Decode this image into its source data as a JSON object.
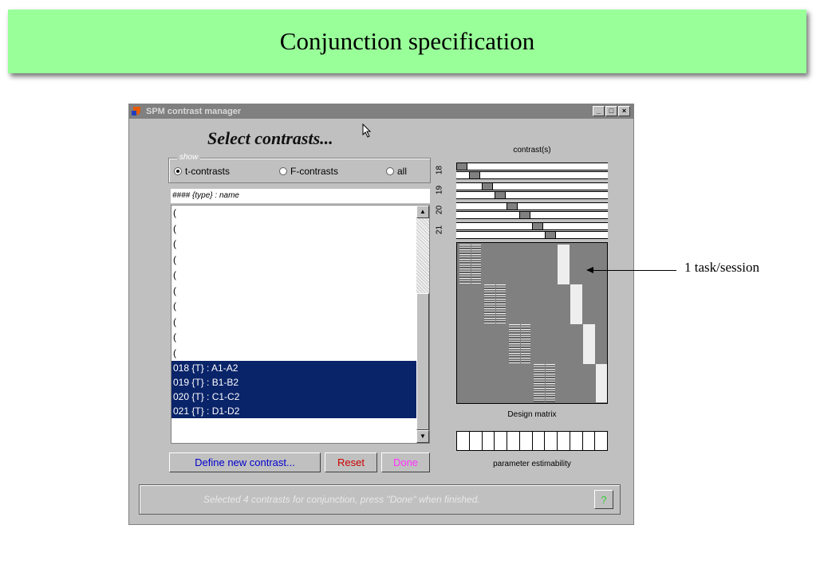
{
  "banner": {
    "title": "Conjunction specification"
  },
  "window": {
    "title": "SPM contrast manager",
    "controls": [
      "_",
      "□",
      "×"
    ],
    "heading": "Select contrasts...",
    "show_group": {
      "legend": "show",
      "options": [
        {
          "label": "t-contrasts",
          "selected": true
        },
        {
          "label": "F-contrasts",
          "selected": false
        },
        {
          "label": "all",
          "selected": false
        }
      ]
    },
    "list": {
      "header": "#### {type} : name",
      "placeholder_rows": [
        "(",
        "(",
        "(",
        "(",
        "(",
        "(",
        "(",
        "(",
        "(",
        "("
      ],
      "selected_rows": [
        "018 {T} : A1-A2",
        "019 {T} : B1-B2",
        "020 {T} : C1-C2",
        "021 {T} : D1-D2"
      ]
    },
    "buttons": {
      "define": "Define new contrast...",
      "reset": "Reset",
      "done": "Done",
      "help": "?"
    },
    "status": "Selected 4 contrasts for conjunction, press \"Done\" when finished.",
    "contrast_panel": {
      "title": "contrast(s)",
      "row_labels": [
        "18",
        "19",
        "20",
        "21"
      ]
    },
    "design_matrix_label": "Design matrix",
    "estimability_label": "parameter estimability",
    "estimability_cells": 12
  },
  "annotation": {
    "text": "1 task/session"
  },
  "colors": {
    "banner_bg": "#99ff99",
    "window_bg": "#c0c0c0",
    "selection": "#0a246a",
    "define_text": "#0000cc",
    "reset_text": "#cc0000",
    "done_text": "#ff33ff",
    "help_text": "#33cc33"
  }
}
